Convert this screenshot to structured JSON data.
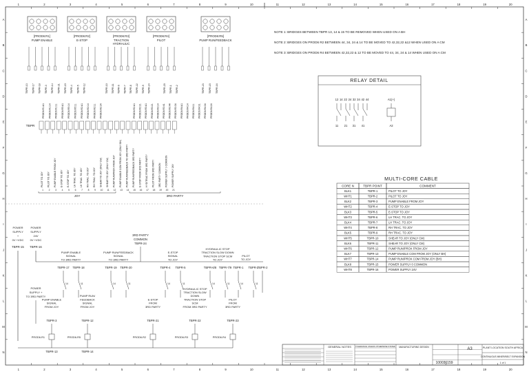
{
  "grid": {
    "columns": [
      "1",
      "2",
      "3",
      "4",
      "5",
      "6",
      "7",
      "8",
      "9",
      "10",
      "11",
      "12",
      "13",
      "14",
      "15",
      "16",
      "17",
      "18",
      "19",
      "20"
    ],
    "rows": [
      "A",
      "B",
      "C",
      "D",
      "E",
      "F",
      "G",
      "H",
      "I",
      "J",
      "K",
      "L",
      "M",
      "N"
    ]
  },
  "relays": [
    {
      "tag": "[PROD6:R1]",
      "name": "PUMP ENABLE"
    },
    {
      "tag": "[PROD6:R2]",
      "name": "E-STOP"
    },
    {
      "tag": "[PROD6:R3]",
      "name": "TRACTION HYDRAULIC"
    },
    {
      "tag": "[PROD6:R4]",
      "name": "PILOT"
    },
    {
      "tag": "[PROD6:R5]",
      "name": "PUMP RUN/FEEDBACK"
    }
  ],
  "notes": [
    "NOTE 1: BRIDGES BETWEEN TBPR 13, 14 & 15 TO BE REMOVED WHEN USED ON A BH",
    "NOTE 2: BRIDGES ON PROD6 R2 BETWEEN 44, 34, 24 & 14 TO BE MOVED TO 42,32,22 &12 WHEN USED ON A CM",
    "NOTE 3: BRIDGES ON PROD6 R4 BETWEEN 42,32,22 & 12 TO BE MOVED TO 44, 34, 24 & 14 WHEN USED ON A CM"
  ],
  "relay_detail": {
    "title": "RELAY DETAIL",
    "top_pins": [
      "12",
      "14",
      "22",
      "24",
      "32",
      "34",
      "42",
      "44"
    ],
    "coil_top": "A1(+)",
    "bottom_pins": [
      "11",
      "21",
      "31",
      "41",
      "A2"
    ]
  },
  "terminal_block": {
    "label": "TBPR",
    "group_joy": "JOY",
    "group_3rd": "3RD PARTY"
  },
  "cable_table": {
    "title": "MULTI-CORE CABLE",
    "headers": [
      "CORE N",
      "TBPR POINT",
      "COMMENT"
    ],
    "rows": [
      [
        "BLK1",
        "TBPR-1",
        "PILOT TO JOY"
      ],
      [
        "WHT1",
        "TBPR-2",
        "PILOT TO JOY"
      ],
      [
        "BLK2",
        "TBPR-3",
        "PUMP ENABLE FROM JOY"
      ],
      [
        "WHT2",
        "TBPR-4",
        "E-STOP TO JOY"
      ],
      [
        "BLK3",
        "TBPR-5",
        "E-STOP TO JOY"
      ],
      [
        "WHT3",
        "TBPR-6",
        "LH TRAC. TO JOY"
      ],
      [
        "BLK4",
        "TBPR-7",
        "LH TRAC. TO JOY"
      ],
      [
        "WHT4",
        "TBPR-8",
        "RH TRAC. TO JOY"
      ],
      [
        "BLK5",
        "TBPR-9",
        "RH TRAC. TO JOY"
      ],
      [
        "WHT5",
        "TBPR-10",
        "SHEAR TO JOY (ONLY CM)"
      ],
      [
        "BLK6",
        "TBPR-11",
        "SHEAR TO JOY (ONLY CM)"
      ],
      [
        "WHT6",
        "TBPR-12",
        "PUMP RUN/PROX FROM JOY"
      ],
      [
        "BLK7",
        "TBPR-13",
        "PUMP ENABLE COM FROM JOY (ONLY BH)"
      ],
      [
        "WHT7",
        "TBPR-14",
        "PUMP RUN/PROX COM FROM JOY (BH)"
      ],
      [
        "BLK8",
        "TBPR-15",
        "POWER SUPPLY 0 COMMON"
      ],
      [
        "WHT8",
        "TBPR-16",
        "POWER SUPPLY 24V"
      ]
    ]
  },
  "lower_circuit": {
    "supply_a": "POWER SUPPLY + 0V +VDC",
    "supply_b": "POWER SUPPLY 24V 0V +VDC",
    "third_party_common": "3RD PARTY COMMON",
    "sections": [
      {
        "title": "PUMP ENABLE SIGNAL TO 3RD PARTY",
        "tags": [
          "TBPR-17",
          "TBPR-18"
        ]
      },
      {
        "title": "PUMP RUN/FEEDBACK SIGNAL TO 3RD PARTY",
        "tags": [
          "TBPR-19",
          "TBPR-20"
        ]
      },
      {
        "title": "E-STOP SIGNAL TO JOY",
        "tags": [
          "TBPR-4",
          "TBPR-5"
        ]
      },
      {
        "title": "HYDRAULIC STOP TRACTION SLOW DOWN TRACTION STOP SCM TO JOY",
        "tags": [
          "TBPR-6/8",
          "TBPR-7/9"
        ]
      },
      {
        "title": "PILOT TO JOY",
        "tags": [
          "TBPR-1",
          "TBPR-2"
        ]
      }
    ],
    "inputs": [
      {
        "label": "PUMP ENABLE SIGNAL FROM JOY",
        "tag": "TBPR-3",
        "coil": "PROD6-R1"
      },
      {
        "label": "PUMP RUN/ FEEDBACK SIGNAL FROM JOY",
        "tag": "TBPR-12",
        "coil": "PROD6-R5"
      },
      {
        "label": "E-STOP FROM 3RD PARTY",
        "tag": "TBPR-21",
        "coil": "PROD6-R2"
      },
      {
        "label": "HYDRAULIC STOP TRACTION SLOW DOWN TRACTION STOP SCM FROM 3RD PARTY",
        "tag": "TBPR-22",
        "coil": "PROD6-R3"
      },
      {
        "label": "PILOT FROM 3RD PARTY",
        "tag": "TBPR-23",
        "coil": "PROD6-R4"
      }
    ],
    "bottom_tags": [
      "TBPR-13",
      "TBPR-14"
    ]
  },
  "title_block": {
    "general_notes": "GENERAL NOTES",
    "tolerance": "TOLERANCE UNLESS OTHERWISE STATED",
    "manufacturing_design": "MANUFACTURING DESIGN",
    "company": "PLANT LOCATION SOUTH AFRICA",
    "drawing_title": "CONTINUOUS MINER/BELT EXPANSION",
    "drawing_number": "100036159",
    "size": "A3",
    "sheet": "1 of 1"
  }
}
